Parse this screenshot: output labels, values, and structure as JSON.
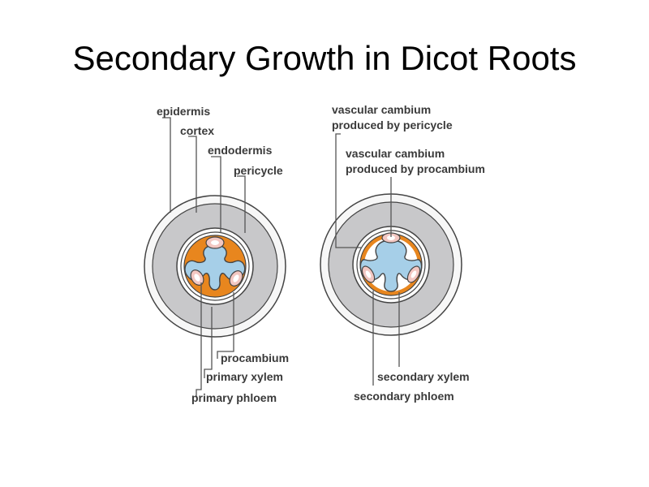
{
  "title": "Secondary Growth in Dicot Roots",
  "colors": {
    "epidermis_fill": "#f7f7f7",
    "cortex_fill": "#c8c8ca",
    "outline": "#444444",
    "stele_fill": "#ffffff",
    "procambium_fill": "#e8861e",
    "xylem_fill": "#a6cfe8",
    "phloem_fill": "#f3c7c2",
    "phloem_core": "#ffffff",
    "cambium_fill": "#e8861e",
    "secondary_phloem_fill": "#f3c7c2"
  },
  "left": {
    "labels": {
      "epidermis": "epidermis",
      "cortex": "cortex",
      "endodermis": "endodermis",
      "pericycle": "pericycle",
      "procambium": "procambium",
      "primary_xylem": "primary xylem",
      "primary_phloem": "primary phloem"
    }
  },
  "right": {
    "labels": {
      "cambium_pericycle_1": "vascular cambium",
      "cambium_pericycle_2": "produced by pericycle",
      "cambium_procambium_1": "vascular cambium",
      "cambium_procambium_2": "produced by procambium",
      "secondary_xylem": "secondary xylem",
      "secondary_phloem": "secondary phloem"
    }
  }
}
